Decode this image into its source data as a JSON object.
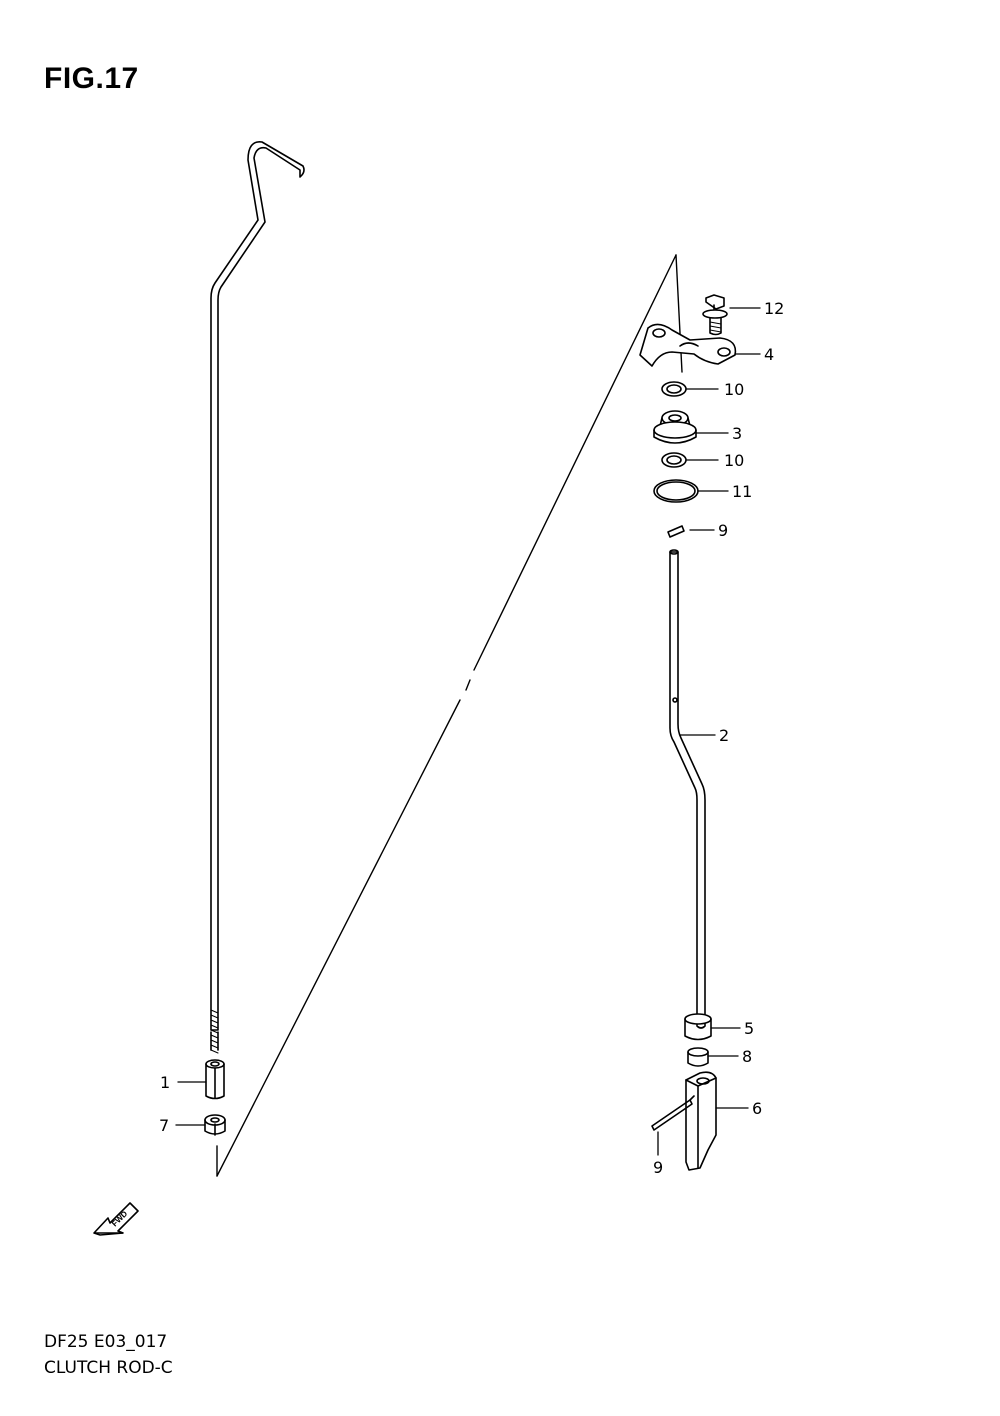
{
  "figure": {
    "title": "FIG.17"
  },
  "footer": {
    "model_code": "DF25 E03_017",
    "group_name": "CLUTCH ROD-C"
  },
  "fwd_arrow": {
    "label": "FWD",
    "icon": "fwd-arrow-icon"
  },
  "callouts": {
    "c1": "1",
    "c7": "7",
    "c12": "12",
    "c4": "4",
    "c10a": "10",
    "c3": "3",
    "c10b": "10",
    "c11": "11",
    "c9a": "9",
    "c2": "2",
    "c5": "5",
    "c8": "8",
    "c6": "6",
    "c9b": "9"
  }
}
